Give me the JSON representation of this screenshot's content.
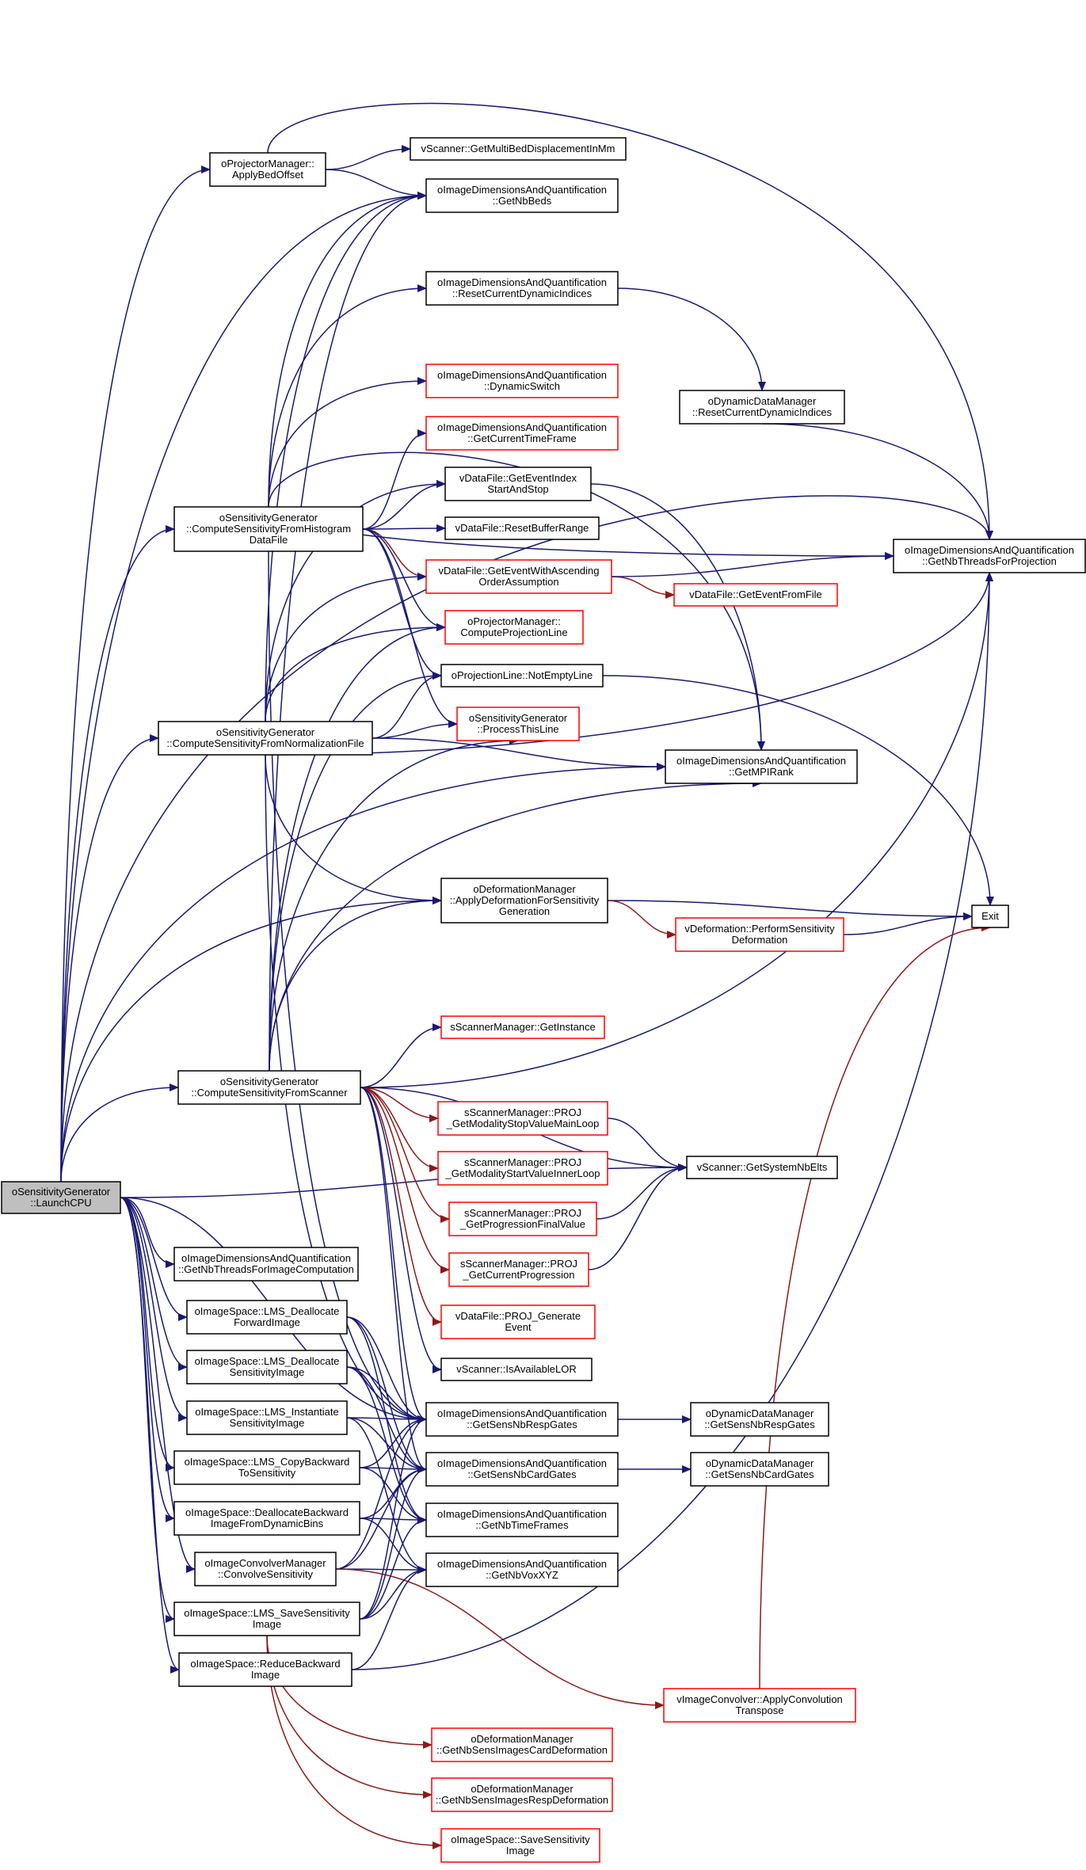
{
  "title": "oSensitivityGenerator::LaunchCPU call graph",
  "colors": {
    "edge": "#191970",
    "edge_external": "#8b1a1a",
    "node_border": "#000000",
    "node_border_external": "#ff0000",
    "root_fill": "#bfbfbf"
  },
  "nodes": {
    "launch": {
      "lines": [
        "oSensitivityGenerator",
        "::LaunchCPU"
      ]
    },
    "applyBed": {
      "lines": [
        "oProjectorManager::",
        "ApplyBedOffset"
      ]
    },
    "getMultiBed": {
      "lines": [
        "vScanner::GetMultiBedDisplacementInMm"
      ]
    },
    "getNbBeds": {
      "lines": [
        "oImageDimensionsAndQuantification",
        "::GetNbBeds"
      ]
    },
    "resetDyn": {
      "lines": [
        "oImageDimensionsAndQuantification",
        "::ResetCurrentDynamicIndices"
      ]
    },
    "dynSwitch": {
      "lines": [
        "oImageDimensionsAndQuantification",
        "::DynamicSwitch"
      ]
    },
    "getTimeFrame": {
      "lines": [
        "oImageDimensionsAndQuantification",
        "::GetCurrentTimeFrame"
      ]
    },
    "dynMgrReset": {
      "lines": [
        "oDynamicDataManager",
        "::ResetCurrentDynamicIndices"
      ]
    },
    "getThreadsProj": {
      "lines": [
        "oImageDimensionsAndQuantification",
        "::GetNbThreadsForProjection"
      ]
    },
    "csHisto": {
      "lines": [
        "oSensitivityGenerator",
        "::ComputeSensitivityFromHistogram",
        "DataFile"
      ]
    },
    "getEventIdx": {
      "lines": [
        "vDataFile::GetEventIndex",
        "StartAndStop"
      ]
    },
    "resetBuffer": {
      "lines": [
        "vDataFile::ResetBufferRange"
      ]
    },
    "getEventAsc": {
      "lines": [
        "vDataFile::GetEventWithAscending",
        "OrderAssumption"
      ]
    },
    "getEventFile": {
      "lines": [
        "vDataFile::GetEventFromFile"
      ]
    },
    "computeLine": {
      "lines": [
        "oProjectorManager::",
        "ComputeProjectionLine"
      ]
    },
    "notEmpty": {
      "lines": [
        "oProjectionLine::NotEmptyLine"
      ]
    },
    "processLine": {
      "lines": [
        "oSensitivityGenerator",
        "::ProcessThisLine"
      ]
    },
    "csNorm": {
      "lines": [
        "oSensitivityGenerator",
        "::ComputeSensitivityFromNormalizationFile"
      ]
    },
    "getMPI": {
      "lines": [
        "oImageDimensionsAndQuantification",
        "::GetMPIRank"
      ]
    },
    "applyDef": {
      "lines": [
        "oDeformationManager",
        "::ApplyDeformationForSensitivity",
        "Generation"
      ]
    },
    "exit": {
      "lines": [
        "Exit"
      ]
    },
    "perfDef": {
      "lines": [
        "vDeformation::PerformSensitivity",
        "Deformation"
      ]
    },
    "getInstance": {
      "lines": [
        "sScannerManager::GetInstance"
      ]
    },
    "csScanner": {
      "lines": [
        "oSensitivityGenerator",
        "::ComputeSensitivityFromScanner"
      ]
    },
    "projStop": {
      "lines": [
        "sScannerManager::PROJ",
        "_GetModalityStopValueMainLoop"
      ]
    },
    "projStart": {
      "lines": [
        "sScannerManager::PROJ",
        "_GetModalityStartValueInnerLoop"
      ]
    },
    "sysNbElts": {
      "lines": [
        "vScanner::GetSystemNbElts"
      ]
    },
    "projFinal": {
      "lines": [
        "sScannerManager::PROJ",
        "_GetProgressionFinalValue"
      ]
    },
    "projCurrent": {
      "lines": [
        "sScannerManager::PROJ",
        "_GetCurrentProgression"
      ]
    },
    "projGenEvent": {
      "lines": [
        "vDataFile::PROJ_Generate",
        "Event"
      ]
    },
    "isAvailLOR": {
      "lines": [
        "vScanner::IsAvailableLOR"
      ]
    },
    "threadsImg": {
      "lines": [
        "oImageDimensionsAndQuantification",
        "::GetNbThreadsForImageComputation"
      ]
    },
    "deallocFwd": {
      "lines": [
        "oImageSpace::LMS_Deallocate",
        "ForwardImage"
      ]
    },
    "deallocSens": {
      "lines": [
        "oImageSpace::LMS_Deallocate",
        "SensitivityImage"
      ]
    },
    "instSens": {
      "lines": [
        "oImageSpace::LMS_Instantiate",
        "SensitivityImage"
      ]
    },
    "copyBack": {
      "lines": [
        "oImageSpace::LMS_CopyBackward",
        "ToSensitivity"
      ]
    },
    "deallocBackDyn": {
      "lines": [
        "oImageSpace::DeallocateBackward",
        "ImageFromDynamicBins"
      ]
    },
    "convolveSens": {
      "lines": [
        "oImageConvolverManager",
        "::ConvolveSensitivity"
      ]
    },
    "saveSensLMS": {
      "lines": [
        "oImageSpace::LMS_SaveSensitivity",
        "Image"
      ]
    },
    "reduceBack": {
      "lines": [
        "oImageSpace::ReduceBackward",
        "Image"
      ]
    },
    "sensResp": {
      "lines": [
        "oImageDimensionsAndQuantification",
        "::GetSensNbRespGates"
      ]
    },
    "sensCard": {
      "lines": [
        "oImageDimensionsAndQuantification",
        "::GetSensNbCardGates"
      ]
    },
    "nbTimeFrames": {
      "lines": [
        "oImageDimensionsAndQuantification",
        "::GetNbTimeFrames"
      ]
    },
    "nbVox": {
      "lines": [
        "oImageDimensionsAndQuantification",
        "::GetNbVoxXYZ"
      ]
    },
    "dynResp": {
      "lines": [
        "oDynamicDataManager",
        "::GetSensNbRespGates"
      ]
    },
    "dynCard": {
      "lines": [
        "oDynamicDataManager",
        "::GetSensNbCardGates"
      ]
    },
    "applyConvT": {
      "lines": [
        "vImageConvolver::ApplyConvolution",
        "Transpose"
      ]
    },
    "defCard": {
      "lines": [
        "oDeformationManager",
        "::GetNbSensImagesCardDeformation"
      ]
    },
    "defResp": {
      "lines": [
        "oDeformationManager",
        "::GetNbSensImagesRespDeformation"
      ]
    },
    "saveSens": {
      "lines": [
        "oImageSpace::SaveSensitivity",
        "Image"
      ]
    }
  }
}
